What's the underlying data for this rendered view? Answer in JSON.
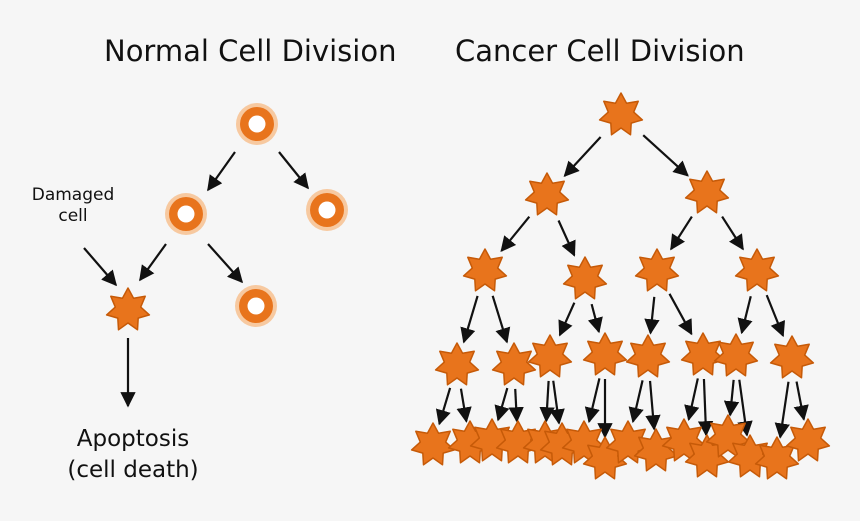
{
  "titles": {
    "normal": "Normal Cell Division",
    "cancer": "Cancer Cell Division"
  },
  "labels": {
    "damaged_line1": "Damaged",
    "damaged_line2": "cell",
    "apoptosis_line1": "Apoptosis",
    "apoptosis_line2": "(cell death)"
  },
  "colors": {
    "cell_fill": "#e8741c",
    "cell_stroke": "#c65a08",
    "ring_outer": "#f7c9a0",
    "ring_inner": "#ffffff",
    "arrow": "#111111",
    "background": "#f6f6f6"
  },
  "icons": {
    "normal_cell": "ring-cell-icon",
    "cancer_cell": "star-cell-icon"
  }
}
